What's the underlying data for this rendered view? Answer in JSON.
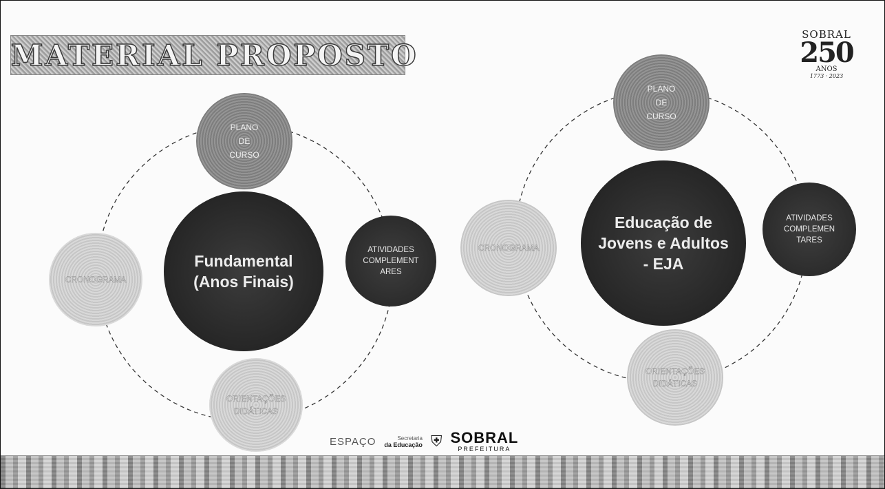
{
  "title": "MATERIAL PROPOSTO",
  "anniversary_logo": {
    "line1": "SOBRAL",
    "number": "250",
    "line3": "ANOS",
    "years": "1773 · 2023"
  },
  "left_cycle": {
    "center": "Fundamental\n(Anos Finais)",
    "top": "PLANO\nDE\nCURSO",
    "right": "ATIVIDADES\nCOMPLEMENT\nARES",
    "bottom": "ORIENTAÇÕES\nDIDÁTICAS",
    "left": "CRONOGRAMA"
  },
  "right_cycle": {
    "center": "Educação de\nJovens e Adultos\n- EJA",
    "top": "PLANO\nDE\nCURSO",
    "right": "ATIVIDADES\nCOMPLEMEN\nTARES",
    "bottom": "ORIENTAÇÕES\nDIDÁTICAS",
    "left": "CRONOGRAMA"
  },
  "footer": {
    "espaco": "ESPAÇO",
    "secretaria_small": "Secretaria",
    "secretaria_main": "da Educação",
    "sobral": "SOBRAL",
    "prefeitura": "PREFEITURA"
  }
}
